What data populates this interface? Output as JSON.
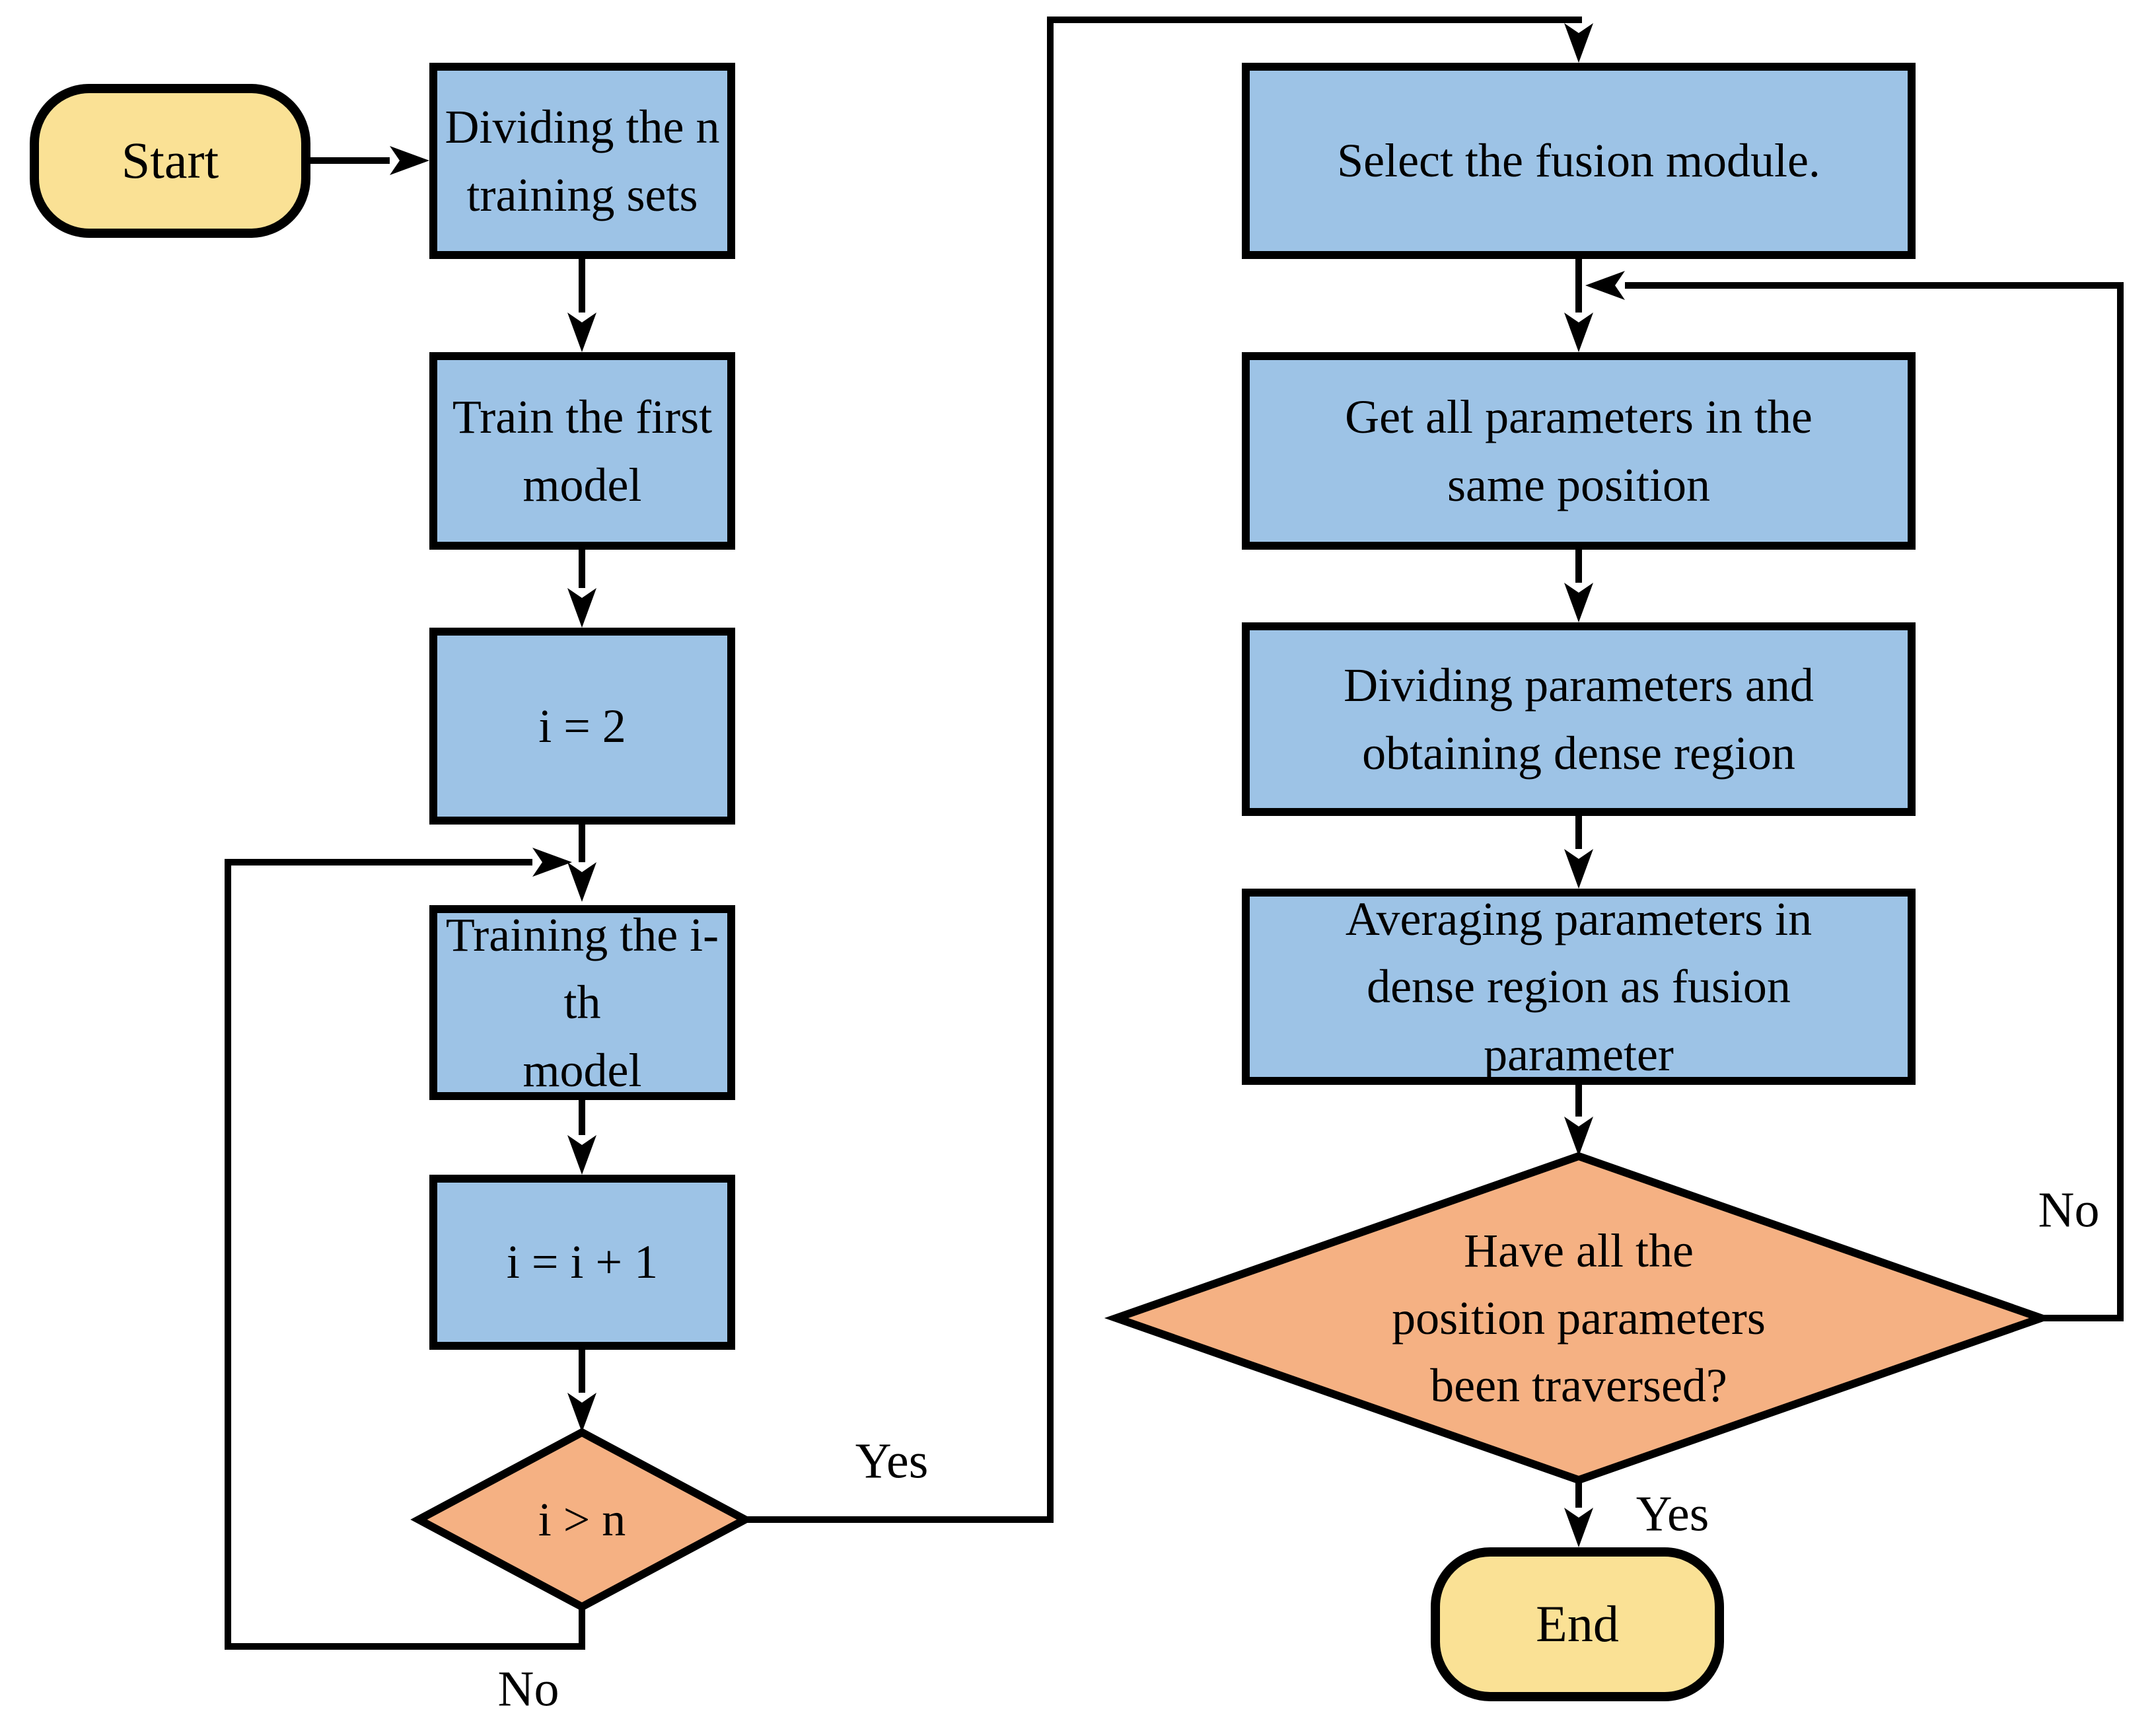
{
  "colors": {
    "process_fill": "#9DC3E6",
    "decision_fill": "#F5B183",
    "terminator_fill": "#FAE195",
    "line": "#000000",
    "background": "#FFFFFF"
  },
  "nodes": {
    "start": {
      "label": "Start"
    },
    "divide_sets": {
      "label": "Dividing the n\ntraining sets"
    },
    "train_first": {
      "label": "Train the first\nmodel"
    },
    "i_init": {
      "label": "i = 2"
    },
    "train_ith": {
      "label": "Training the i-th\nmodel"
    },
    "i_incr": {
      "label": "i = i + 1"
    },
    "i_gt_n": {
      "label": "i > n"
    },
    "select_fusion": {
      "label": "Select the fusion module."
    },
    "get_params": {
      "label": "Get all parameters in the\nsame position"
    },
    "divide_params": {
      "label": "Dividing parameters and\nobtaining dense region"
    },
    "avg_params": {
      "label": "Averaging parameters in\ndense region as fusion\nparameter"
    },
    "traversed": {
      "label": "Have all the\nposition parameters\nbeen traversed?"
    },
    "end": {
      "label": "End"
    }
  },
  "edge_labels": {
    "yes_left": "Yes",
    "no_left": "No",
    "no_right": "No",
    "yes_end": "Yes"
  }
}
